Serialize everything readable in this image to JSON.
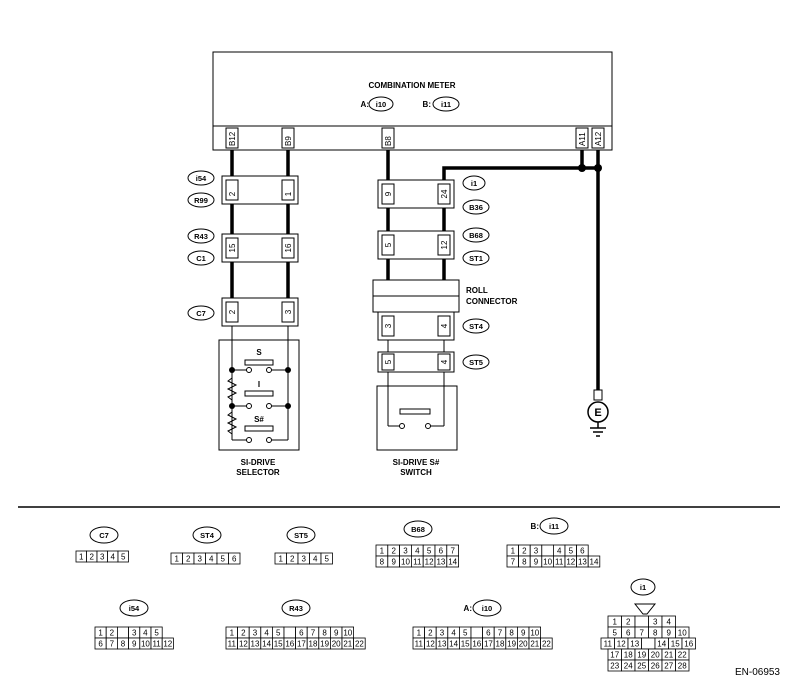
{
  "meter": {
    "title": "COMBINATION METER",
    "conn_a_label": "A:",
    "conn_a": "i10",
    "conn_b_label": "B:",
    "conn_b": "i11",
    "terminals": [
      "B12",
      "B9",
      "B8",
      "A11",
      "A12"
    ]
  },
  "connectors": {
    "i54": {
      "tag": "i54",
      "pins": [
        "2",
        "1"
      ]
    },
    "R99": {
      "tag": "R99"
    },
    "R43": {
      "tag": "R43",
      "pins": [
        "15",
        "16"
      ]
    },
    "C1": {
      "tag": "C1"
    },
    "C7": {
      "tag": "C7",
      "pins": [
        "2",
        "3"
      ]
    },
    "i1": {
      "tag": "i1",
      "pins": [
        "9",
        "24"
      ]
    },
    "B36": {
      "tag": "B36"
    },
    "B68": {
      "tag": "B68",
      "pins": [
        "5",
        "12"
      ]
    },
    "ST1": {
      "tag": "ST1"
    },
    "ST4": {
      "tag": "ST4",
      "pins": [
        "3",
        "4"
      ]
    },
    "ST5": {
      "tag": "ST5",
      "pins": [
        "5",
        "4"
      ]
    }
  },
  "roll_connector": {
    "line1": "ROLL",
    "line2": "CONNECTOR"
  },
  "selector": {
    "line1": "SI-DRIVE",
    "line2": "SELECTOR",
    "pos_s": "S",
    "pos_i": "I",
    "pos_s_sharp": "S#"
  },
  "switch": {
    "line1": "SI-DRIVE S#",
    "line2": "SWITCH"
  },
  "ground": {
    "symbol": "E"
  },
  "legend": {
    "c7": {
      "tag": "C7",
      "rows": [
        [
          "1",
          "2",
          "3",
          "4",
          "5"
        ]
      ]
    },
    "st4": {
      "tag": "ST4",
      "rows": [
        [
          "1",
          "2",
          "3",
          "4",
          "5",
          "6"
        ]
      ]
    },
    "st5": {
      "tag": "ST5",
      "rows": [
        [
          "1",
          "2",
          "3",
          "4",
          "5"
        ]
      ]
    },
    "b68": {
      "tag": "B68",
      "rows": [
        [
          "1",
          "2",
          "3",
          "4",
          "5",
          "6",
          "7"
        ],
        [
          "8",
          "9",
          "10",
          "11",
          "12",
          "13",
          "14"
        ]
      ]
    },
    "i11": {
      "prefix": "B:",
      "tag": "i11",
      "rows": [
        [
          "1",
          "2",
          "3",
          "",
          "4",
          "5",
          "6"
        ],
        [
          "7",
          "8",
          "9",
          "10",
          "11",
          "12",
          "13",
          "14"
        ]
      ]
    },
    "i54": {
      "tag": "i54",
      "rows": [
        [
          "1",
          "2",
          "",
          "3",
          "4",
          "5"
        ],
        [
          "6",
          "7",
          "8",
          "9",
          "10",
          "11",
          "12"
        ]
      ]
    },
    "r43": {
      "tag": "R43",
      "rows": [
        [
          "1",
          "2",
          "3",
          "4",
          "5",
          "",
          "6",
          "7",
          "8",
          "9",
          "10"
        ],
        [
          "11",
          "12",
          "13",
          "14",
          "15",
          "16",
          "17",
          "18",
          "19",
          "20",
          "21",
          "22"
        ]
      ]
    },
    "i10": {
      "prefix": "A:",
      "tag": "i10",
      "rows": [
        [
          "1",
          "2",
          "3",
          "4",
          "5",
          "",
          "6",
          "7",
          "8",
          "9",
          "10"
        ],
        [
          "11",
          "12",
          "13",
          "14",
          "15",
          "16",
          "17",
          "18",
          "19",
          "20",
          "21",
          "22"
        ]
      ]
    },
    "i1": {
      "tag": "i1",
      "rows": [
        [
          "1",
          "2",
          "",
          "3",
          "4"
        ],
        [
          "5",
          "6",
          "7",
          "8",
          "9",
          "10"
        ],
        [
          "11",
          "12",
          "13",
          "",
          "14",
          "15",
          "16"
        ],
        [
          "17",
          "18",
          "19",
          "20",
          "21",
          "22"
        ],
        [
          "23",
          "24",
          "25",
          "26",
          "27",
          "28"
        ]
      ]
    }
  },
  "figure_code": "EN-06953"
}
